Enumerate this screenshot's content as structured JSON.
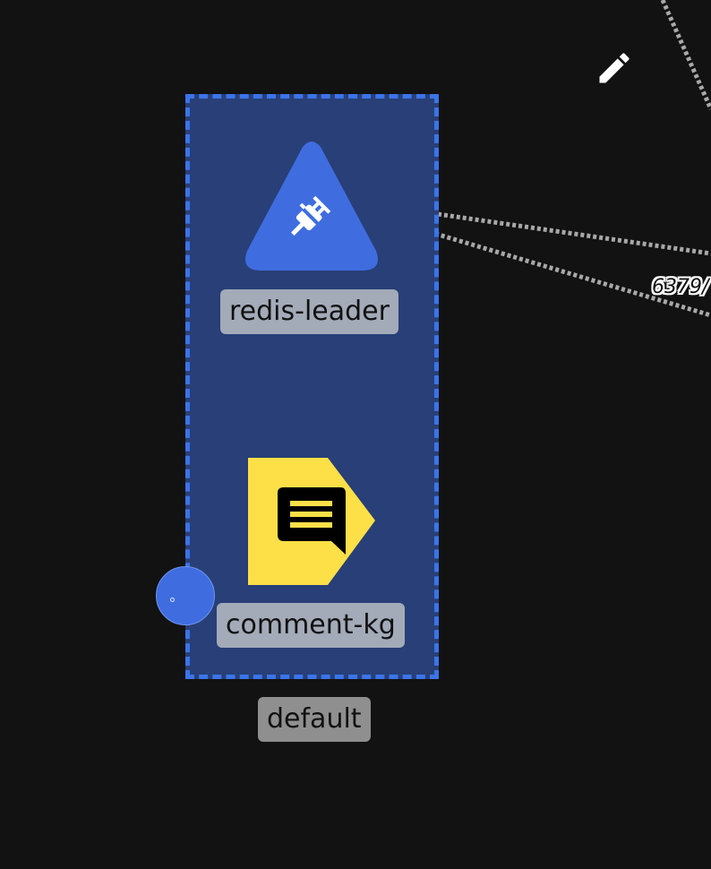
{
  "toolbar": {
    "edit_icon": "pencil-icon"
  },
  "group": {
    "label": "default",
    "fill_color": "#283f77",
    "border_color": "#3b74e9"
  },
  "nodes": [
    {
      "label": "redis-leader",
      "shape": "triangle",
      "icon": "plug-icon",
      "color": "#3f6de0"
    },
    {
      "label": "comment-kg",
      "shape": "pentagon-arrow",
      "icon": "message-icon",
      "color": "#fde047"
    }
  ],
  "edges": [
    {
      "label": "6379/"
    }
  ],
  "badge": {
    "color": "#3f6de0"
  }
}
